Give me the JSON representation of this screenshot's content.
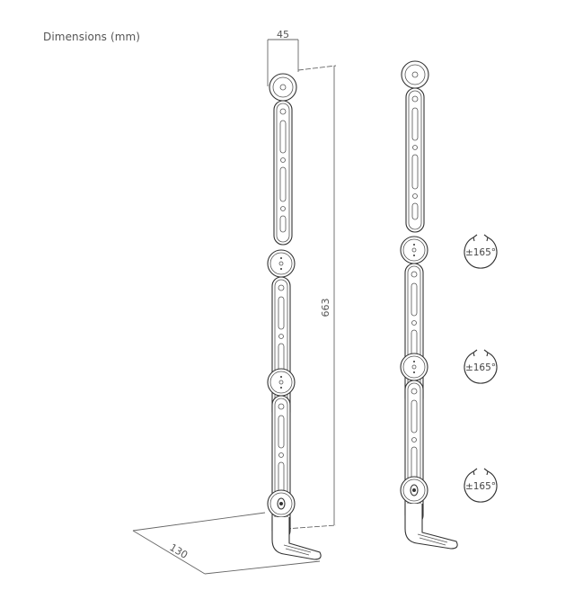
{
  "title": "Dimensions (mm)",
  "dimensions": {
    "width": "45",
    "height": "663",
    "depth": "130"
  },
  "rotation_labels": [
    {
      "label": "±165°"
    },
    {
      "label": "±165°"
    },
    {
      "label": "±165°"
    }
  ],
  "colors": {
    "line": "#333333",
    "dimension": "#666666",
    "text": "#555555",
    "background": "#ffffff"
  }
}
